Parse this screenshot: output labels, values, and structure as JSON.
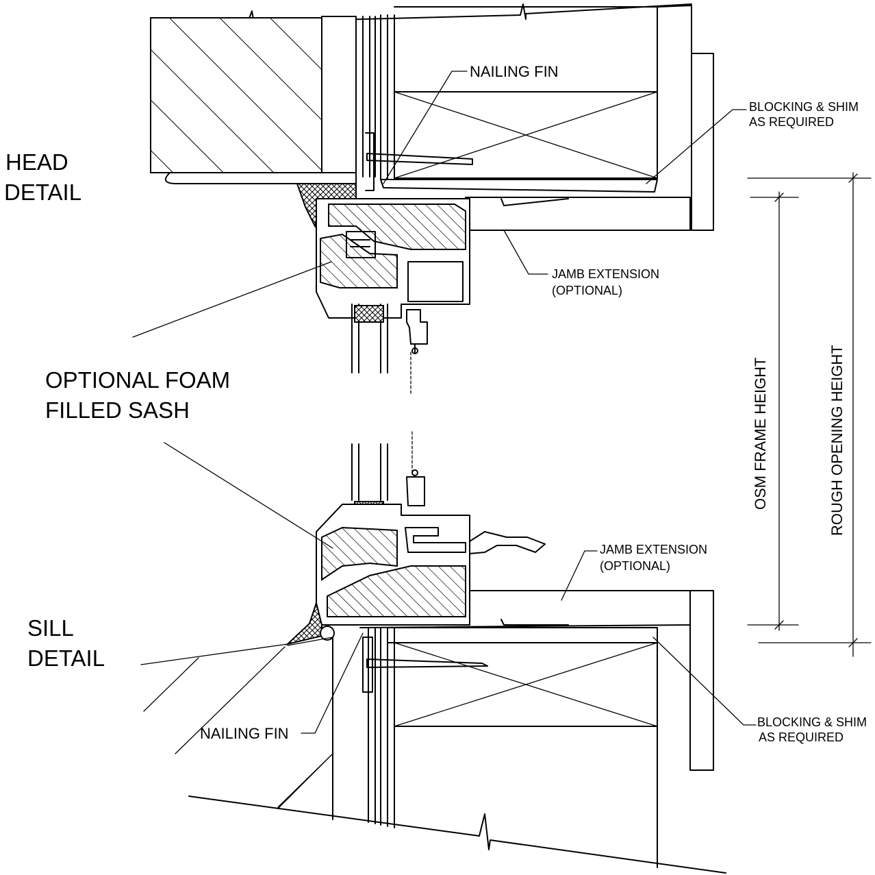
{
  "labels": {
    "head_detail": [
      "HEAD",
      "DETAIL"
    ],
    "sill_detail": [
      "SILL",
      "DETAIL"
    ],
    "foam_sash": [
      "OPTIONAL FOAM",
      "FILLED SASH"
    ],
    "nailing_fin_top": "NAILING FIN",
    "nailing_fin_bottom": "NAILING FIN",
    "blocking_top": [
      "BLOCKING & SHIM",
      "AS REQUIRED"
    ],
    "blocking_bottom": [
      "BLOCKING & SHIM",
      "AS REQUIRED"
    ],
    "jamb_ext_top": [
      "JAMB EXTENSION",
      "(OPTIONAL)"
    ],
    "jamb_ext_bottom": [
      "JAMB EXTENSION",
      "(OPTIONAL)"
    ],
    "osm_frame_height": "OSM FRAME HEIGHT",
    "rough_opening_height": "ROUGH OPENING HEIGHT"
  }
}
